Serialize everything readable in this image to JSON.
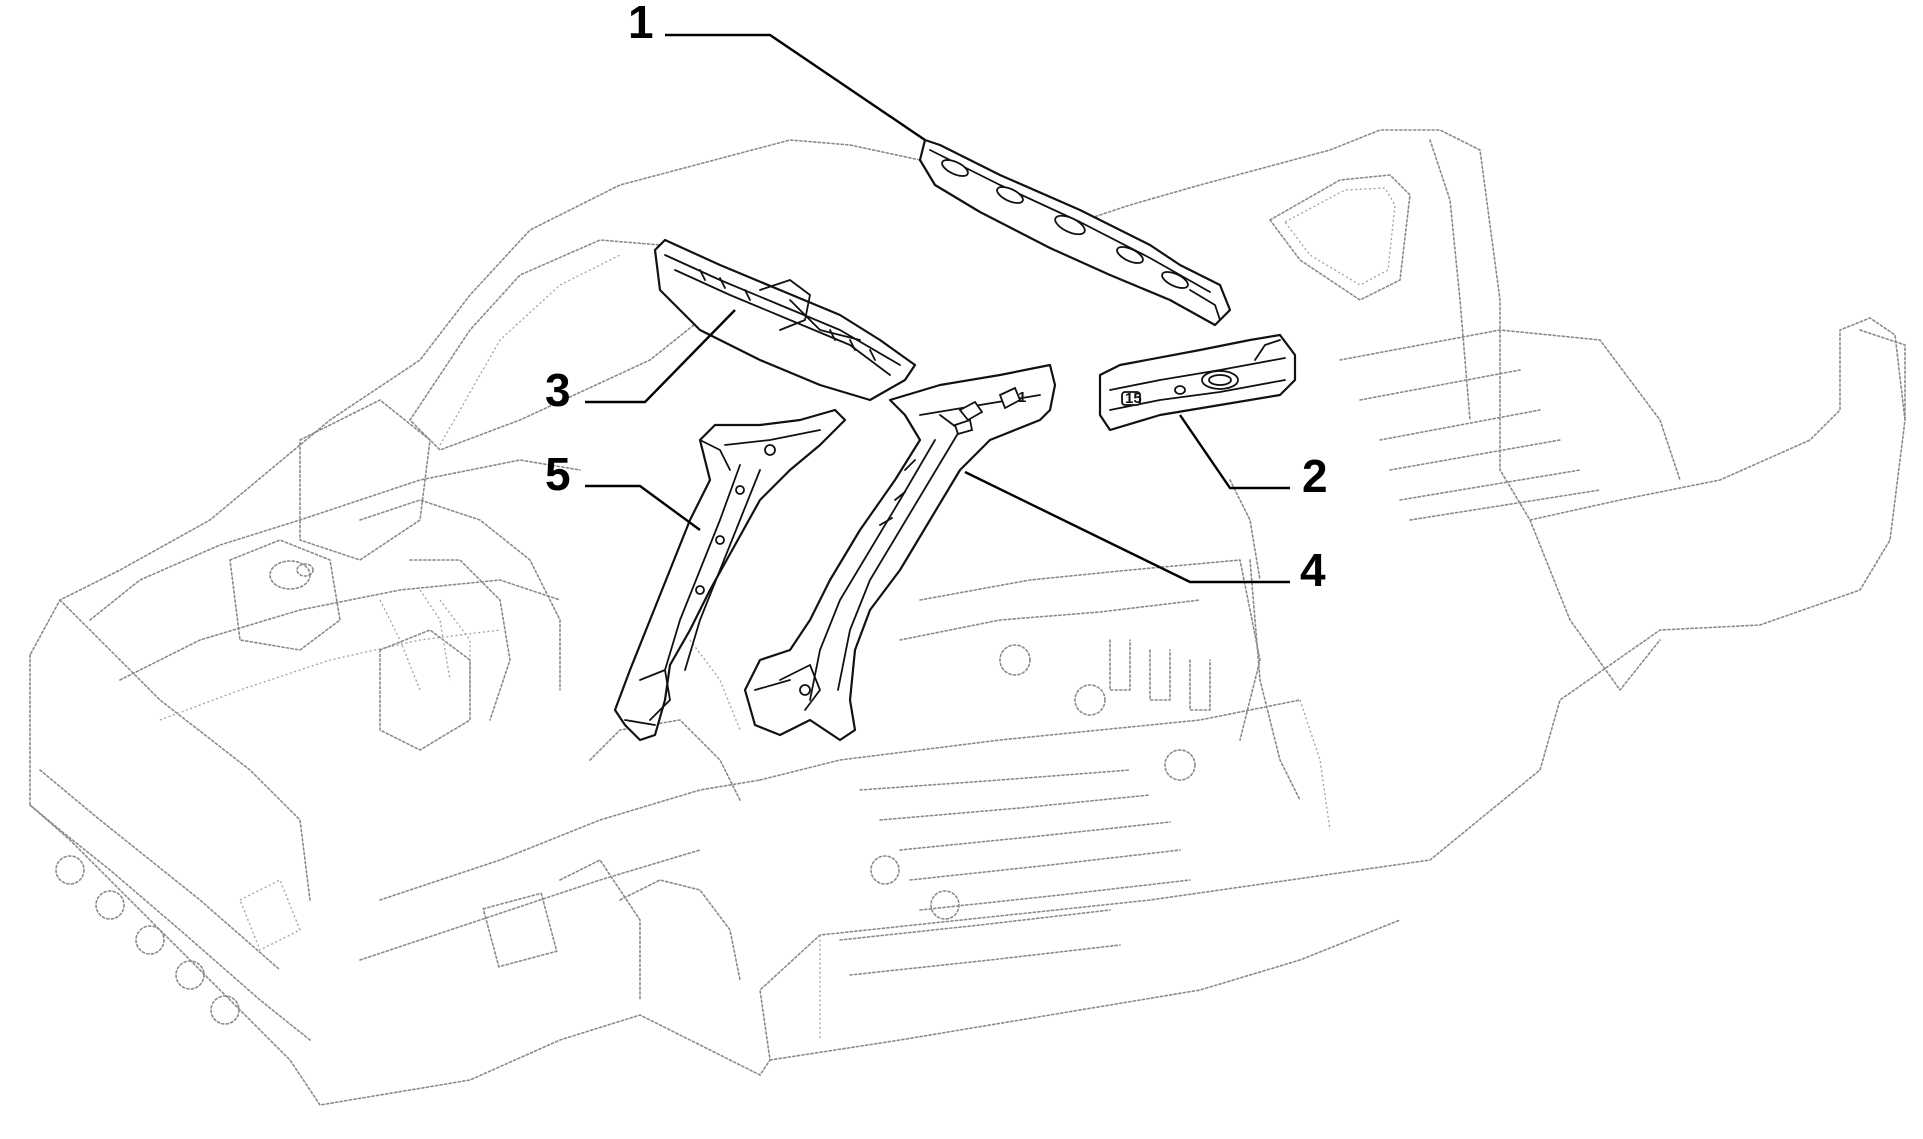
{
  "callouts": [
    {
      "id": "1",
      "label": "1"
    },
    {
      "id": "2",
      "label": "2"
    },
    {
      "id": "3",
      "label": "3"
    },
    {
      "id": "4",
      "label": "4"
    },
    {
      "id": "5",
      "label": "5"
    }
  ],
  "part_markings": {
    "pillar_stamp": "1",
    "rail_stamp": "15"
  },
  "colors": {
    "ghost_body": "#8a8a8a",
    "highlighted_parts": "#111111",
    "background": "#ffffff"
  }
}
